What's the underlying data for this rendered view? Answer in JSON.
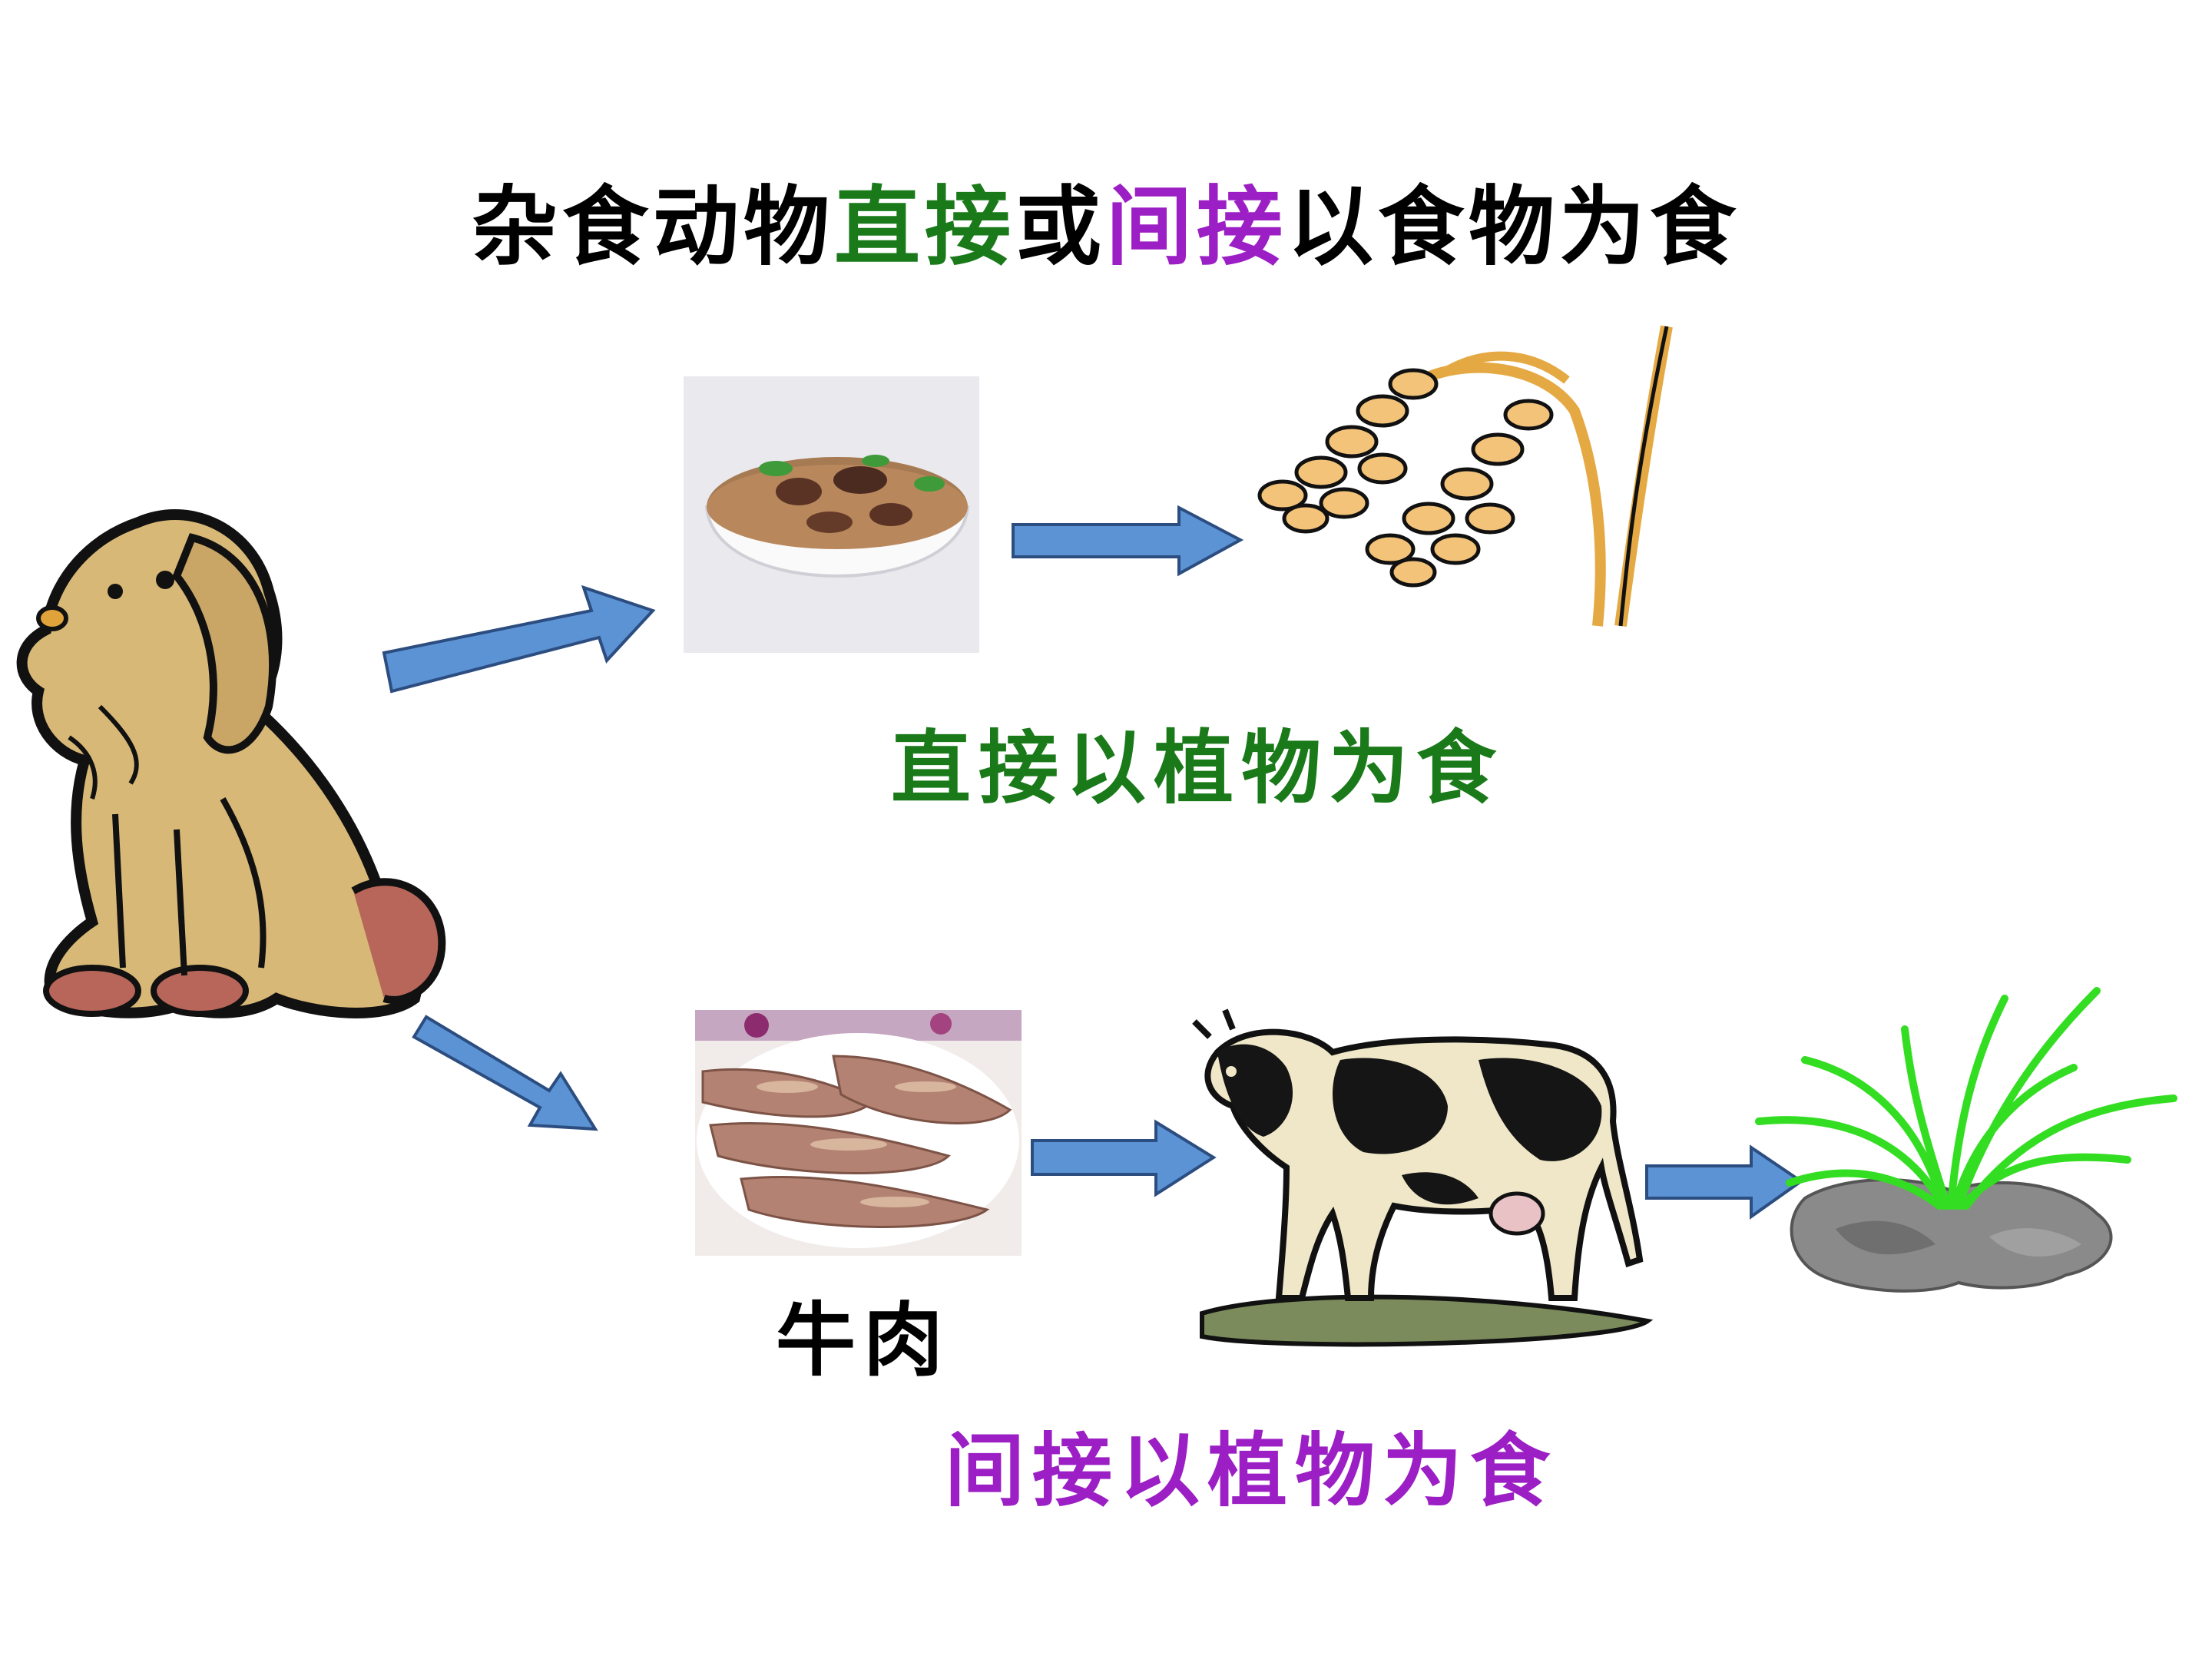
{
  "title": {
    "part1": "杂食动物",
    "part2": "直接",
    "part3": "或",
    "part4": "间接",
    "part5": "以食物为食",
    "color_black": "#000000",
    "color_green": "#1a7a1a",
    "color_purple": "#9b1fc4"
  },
  "captions": {
    "direct": "直接以植物为食",
    "indirect": "间接以植物为食",
    "beef_label": "牛肉"
  },
  "colors": {
    "arrow_fill": "#5b93d4",
    "arrow_stroke": "#2c4d80",
    "direct_color": "#1a7a1a",
    "indirect_color": "#9b1fc4"
  },
  "icons": {
    "dog": "dog-icon",
    "rice_bowl": "rice-bowl-image",
    "rice_plant": "rice-plant-icon",
    "beef": "beef-plate-image",
    "cow": "cow-icon",
    "grass": "grass-icon"
  }
}
